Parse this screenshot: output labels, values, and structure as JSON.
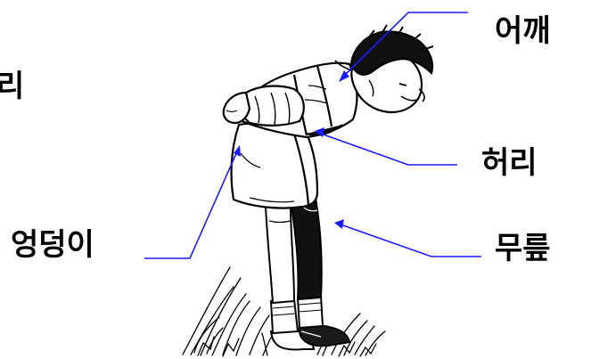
{
  "labels": {
    "shoulder": "어깨",
    "waist": "허리",
    "hip": "엉덩이",
    "knee": "무릎",
    "clipped_left": "리"
  },
  "colors": {
    "pointer_line": "#1a1aff",
    "text": "#000000",
    "ink": "#000000"
  }
}
